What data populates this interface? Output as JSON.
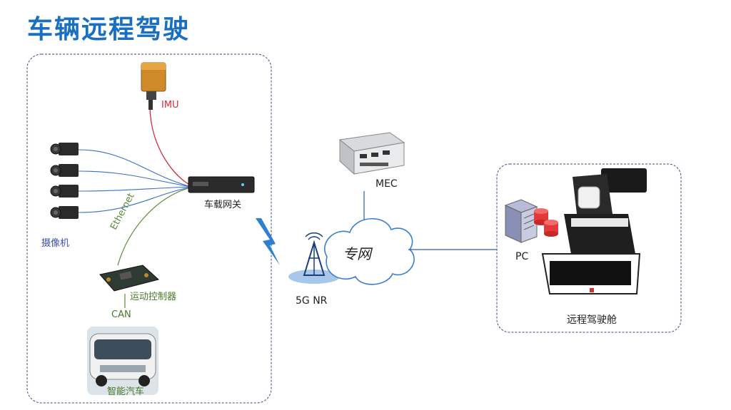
{
  "title": "车辆远程驾驶",
  "labels": {
    "imu": "IMU",
    "camera": "摄像机",
    "gateway": "车载网关",
    "ethernet": "Ethernet",
    "controller": "运动控制器",
    "can": "CAN",
    "vehicle": "智能汽车",
    "mec": "MEC",
    "network": "专网",
    "nr": "5G NR",
    "pc": "PC",
    "cockpit": "远程驾驶舱"
  },
  "colors": {
    "title": "#1a6fc0",
    "imu_line": "#d0303a",
    "camera_line": "#3a6fc8",
    "ethernet_line": "#5a8a3a",
    "network_line": "#2a5fa8",
    "box_border": "#3a4f7a"
  }
}
